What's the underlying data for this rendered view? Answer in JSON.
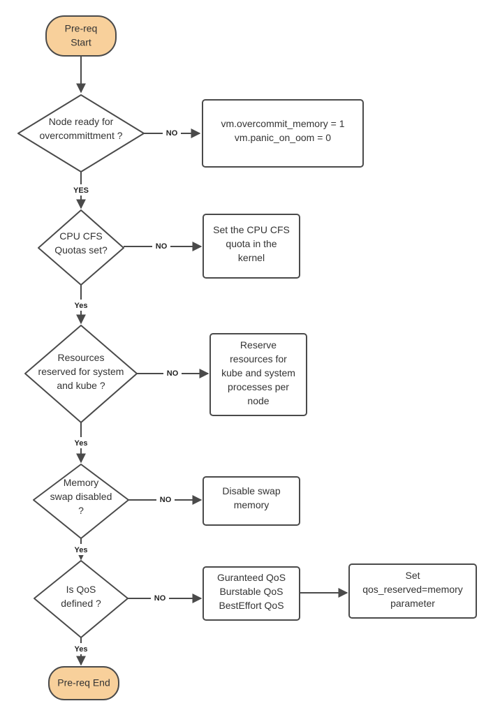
{
  "colors": {
    "terminal_fill": "#f8d09b",
    "stroke": "#4a4a4a",
    "box_fill": "#ffffff",
    "text": "#333333"
  },
  "nodes": {
    "start": {
      "lines": [
        "Pre-req",
        "Start"
      ]
    },
    "d1": {
      "lines": [
        "Node ready for",
        "overcommittment ?"
      ]
    },
    "d2": {
      "lines": [
        "CPU CFS",
        "Quotas set?"
      ]
    },
    "d3": {
      "lines": [
        "Resources",
        "reserved for system",
        "and kube ?"
      ]
    },
    "d4": {
      "lines": [
        "Memory",
        "swap disabled",
        "?"
      ]
    },
    "d5": {
      "lines": [
        "Is QoS",
        "defined ?"
      ]
    },
    "a1": {
      "lines": [
        "vm.overcommit_memory = 1",
        "vm.panic_on_oom = 0"
      ]
    },
    "a2": {
      "lines": [
        "Set the CPU CFS",
        "quota in the",
        "kernel"
      ]
    },
    "a3": {
      "lines": [
        "Reserve",
        "resources for",
        "kube and system",
        "processes per",
        "node"
      ]
    },
    "a4": {
      "lines": [
        "Disable swap",
        "memory"
      ]
    },
    "a5": {
      "lines": [
        "Guranteed QoS",
        "Burstable QoS",
        "BestEffort QoS"
      ]
    },
    "a6": {
      "lines": [
        "Set",
        "qos_reserved=memory",
        "parameter"
      ]
    },
    "end": {
      "lines": [
        "Pre-req End"
      ]
    }
  },
  "edge_labels": {
    "d1_no": "NO",
    "d1_yes": "YES",
    "d2_no": "NO",
    "d2_yes": "Yes",
    "d3_no": "NO",
    "d3_yes": "Yes",
    "d4_no": "NO",
    "d4_yes": "Yes",
    "d5_no": "NO",
    "d5_yes": "Yes"
  }
}
